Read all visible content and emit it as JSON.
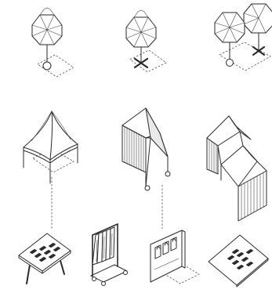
{
  "figure": {
    "background": "#ffffff",
    "stroke": "#2a2a2a",
    "rows": [
      {
        "name": "umbrellas",
        "items": [
          {
            "icon": "umbrella-round-base-icon"
          },
          {
            "icon": "umbrella-cross-base-icon"
          },
          {
            "icon": "umbrella-pair-icon"
          }
        ]
      },
      {
        "name": "tents",
        "items": [
          {
            "icon": "canopy-tent-icon"
          },
          {
            "icon": "lean-to-awning-icon"
          },
          {
            "icon": "double-awning-icon"
          }
        ]
      },
      {
        "name": "accessories",
        "items": [
          {
            "icon": "sign-easel-icon"
          },
          {
            "icon": "clothes-rack-icon"
          },
          {
            "icon": "display-panel-icon"
          },
          {
            "icon": "floor-mat-icon"
          }
        ]
      }
    ]
  }
}
